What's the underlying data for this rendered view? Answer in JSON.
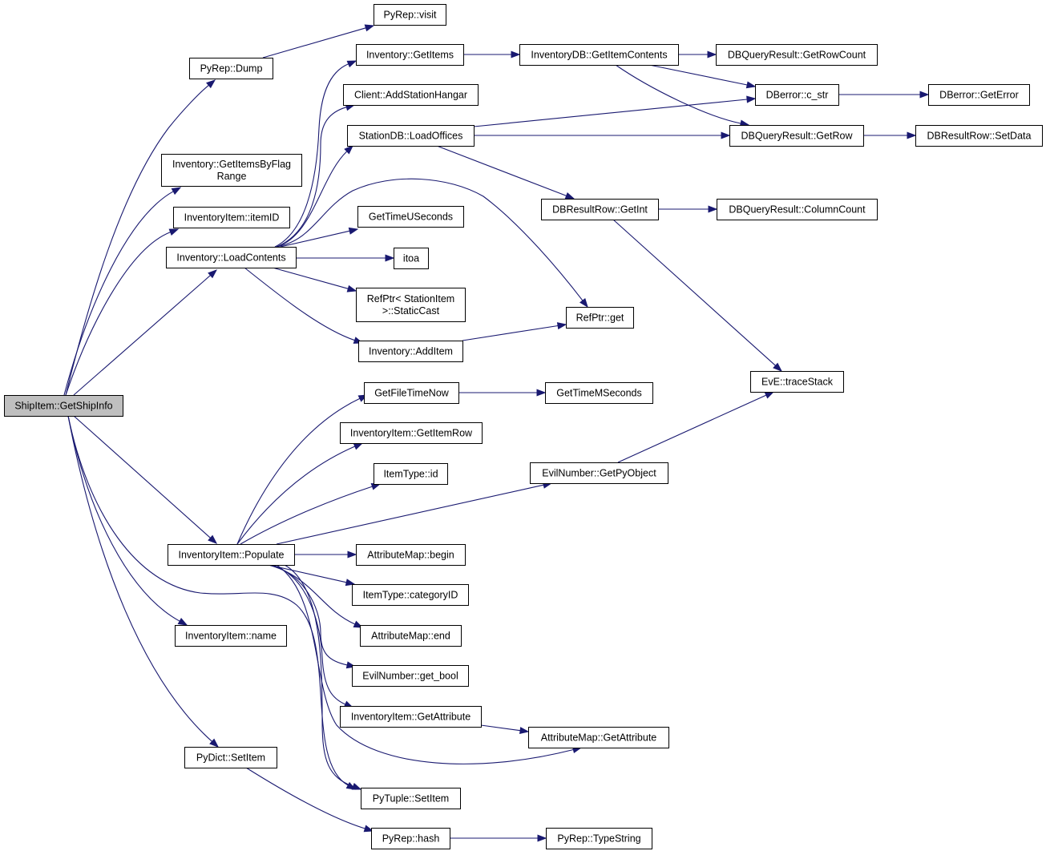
{
  "nodes": [
    {
      "id": "root",
      "lines": [
        "ShipItem::GetShipInfo"
      ]
    },
    {
      "id": "pyrep_visit",
      "lines": [
        "PyRep::visit"
      ]
    },
    {
      "id": "pyrep_dump",
      "lines": [
        "PyRep::Dump"
      ]
    },
    {
      "id": "inv_getitemsbyflag",
      "lines": [
        "Inventory::GetItemsByFlag",
        "Range"
      ]
    },
    {
      "id": "invitem_itemid",
      "lines": [
        "InventoryItem::itemID"
      ]
    },
    {
      "id": "inv_loadcontents",
      "lines": [
        "Inventory::LoadContents"
      ]
    },
    {
      "id": "inv_getitems",
      "lines": [
        "Inventory::GetItems"
      ]
    },
    {
      "id": "client_addstationhangar",
      "lines": [
        "Client::AddStationHangar"
      ]
    },
    {
      "id": "stationdb_loadoffices",
      "lines": [
        "StationDB::LoadOffices"
      ]
    },
    {
      "id": "gettimeuseconds",
      "lines": [
        "GetTimeUSeconds"
      ]
    },
    {
      "id": "itoa",
      "lines": [
        "itoa"
      ]
    },
    {
      "id": "refptr_staticcast",
      "lines": [
        "RefPtr< StationItem",
        " >::StaticCast"
      ]
    },
    {
      "id": "inv_additem",
      "lines": [
        "Inventory::AddItem"
      ]
    },
    {
      "id": "invdb_getitemcontents",
      "lines": [
        "InventoryDB::GetItemContents"
      ]
    },
    {
      "id": "dbqr_getrowcount",
      "lines": [
        "DBQueryResult::GetRowCount"
      ]
    },
    {
      "id": "dberror_cstr",
      "lines": [
        "DBerror::c_str"
      ]
    },
    {
      "id": "dberror_geterror",
      "lines": [
        "DBerror::GetError"
      ]
    },
    {
      "id": "dbqr_getrow",
      "lines": [
        "DBQueryResult::GetRow"
      ]
    },
    {
      "id": "dbrr_setdata",
      "lines": [
        "DBResultRow::SetData"
      ]
    },
    {
      "id": "dbrr_getint",
      "lines": [
        "DBResultRow::GetInt"
      ]
    },
    {
      "id": "dbqr_columncount",
      "lines": [
        "DBQueryResult::ColumnCount"
      ]
    },
    {
      "id": "refptr_get",
      "lines": [
        "RefPtr::get"
      ]
    },
    {
      "id": "eve_tracestack",
      "lines": [
        "EvE::traceStack"
      ]
    },
    {
      "id": "getfiletimenow",
      "lines": [
        "GetFileTimeNow"
      ]
    },
    {
      "id": "gettimemseconds",
      "lines": [
        "GetTimeMSeconds"
      ]
    },
    {
      "id": "invitem_getitemrow",
      "lines": [
        "InventoryItem::GetItemRow"
      ]
    },
    {
      "id": "itemtype_id",
      "lines": [
        "ItemType::id"
      ]
    },
    {
      "id": "evilnumber_getpyobject",
      "lines": [
        "EvilNumber::GetPyObject"
      ]
    },
    {
      "id": "invitem_populate",
      "lines": [
        "InventoryItem::Populate"
      ]
    },
    {
      "id": "attrmap_begin",
      "lines": [
        "AttributeMap::begin"
      ]
    },
    {
      "id": "itemtype_categoryid",
      "lines": [
        "ItemType::categoryID"
      ]
    },
    {
      "id": "attrmap_end",
      "lines": [
        "AttributeMap::end"
      ]
    },
    {
      "id": "evilnumber_getbool",
      "lines": [
        "EvilNumber::get_bool"
      ]
    },
    {
      "id": "invitem_getattribute",
      "lines": [
        "InventoryItem::GetAttribute"
      ]
    },
    {
      "id": "attrmap_getattribute",
      "lines": [
        "AttributeMap::GetAttribute"
      ]
    },
    {
      "id": "invitem_name",
      "lines": [
        "InventoryItem::name"
      ]
    },
    {
      "id": "pydict_setitem",
      "lines": [
        "PyDict::SetItem"
      ]
    },
    {
      "id": "pytuple_setitem",
      "lines": [
        "PyTuple::SetItem"
      ]
    },
    {
      "id": "pyrep_hash",
      "lines": [
        "PyRep::hash"
      ]
    },
    {
      "id": "pyrep_typestring",
      "lines": [
        "PyRep::TypeString"
      ]
    }
  ],
  "edges": [
    {
      "from": "root",
      "to": "pyrep_dump"
    },
    {
      "from": "root",
      "to": "inv_getitemsbyflag"
    },
    {
      "from": "root",
      "to": "invitem_itemid"
    },
    {
      "from": "root",
      "to": "inv_loadcontents"
    },
    {
      "from": "root",
      "to": "invitem_populate"
    },
    {
      "from": "root",
      "to": "invitem_name"
    },
    {
      "from": "root",
      "to": "pydict_setitem"
    },
    {
      "from": "root",
      "to": "pytuple_setitem"
    },
    {
      "from": "pyrep_dump",
      "to": "pyrep_visit"
    },
    {
      "from": "inv_loadcontents",
      "to": "inv_getitems"
    },
    {
      "from": "inv_loadcontents",
      "to": "client_addstationhangar"
    },
    {
      "from": "inv_loadcontents",
      "to": "stationdb_loadoffices"
    },
    {
      "from": "inv_loadcontents",
      "to": "refptr_get"
    },
    {
      "from": "inv_loadcontents",
      "to": "gettimeuseconds"
    },
    {
      "from": "inv_loadcontents",
      "to": "itoa"
    },
    {
      "from": "inv_loadcontents",
      "to": "refptr_staticcast"
    },
    {
      "from": "inv_loadcontents",
      "to": "inv_additem"
    },
    {
      "from": "inv_getitems",
      "to": "invdb_getitemcontents"
    },
    {
      "from": "invdb_getitemcontents",
      "to": "dbqr_getrowcount"
    },
    {
      "from": "invdb_getitemcontents",
      "to": "dberror_cstr"
    },
    {
      "from": "invdb_getitemcontents",
      "to": "dbqr_getrow"
    },
    {
      "from": "stationdb_loadoffices",
      "to": "dberror_cstr"
    },
    {
      "from": "stationdb_loadoffices",
      "to": "dbqr_getrow"
    },
    {
      "from": "stationdb_loadoffices",
      "to": "dbrr_getint"
    },
    {
      "from": "dberror_cstr",
      "to": "dberror_geterror"
    },
    {
      "from": "dbqr_getrow",
      "to": "dbrr_setdata"
    },
    {
      "from": "dbrr_getint",
      "to": "dbqr_columncount"
    },
    {
      "from": "dbrr_getint",
      "to": "eve_tracestack"
    },
    {
      "from": "inv_additem",
      "to": "refptr_get"
    },
    {
      "from": "invitem_populate",
      "to": "getfiletimenow"
    },
    {
      "from": "invitem_populate",
      "to": "invitem_getitemrow"
    },
    {
      "from": "invitem_populate",
      "to": "itemtype_id"
    },
    {
      "from": "invitem_populate",
      "to": "evilnumber_getpyobject"
    },
    {
      "from": "invitem_populate",
      "to": "attrmap_begin"
    },
    {
      "from": "invitem_populate",
      "to": "itemtype_categoryid"
    },
    {
      "from": "invitem_populate",
      "to": "attrmap_end"
    },
    {
      "from": "invitem_populate",
      "to": "evilnumber_getbool"
    },
    {
      "from": "invitem_populate",
      "to": "invitem_getattribute"
    },
    {
      "from": "invitem_populate",
      "to": "pytuple_setitem"
    },
    {
      "from": "invitem_populate",
      "to": "attrmap_getattribute"
    },
    {
      "from": "getfiletimenow",
      "to": "gettimemseconds"
    },
    {
      "from": "evilnumber_getpyobject",
      "to": "eve_tracestack"
    },
    {
      "from": "invitem_getattribute",
      "to": "attrmap_getattribute"
    },
    {
      "from": "pydict_setitem",
      "to": "pyrep_hash"
    },
    {
      "from": "pyrep_hash",
      "to": "pyrep_typestring"
    }
  ]
}
